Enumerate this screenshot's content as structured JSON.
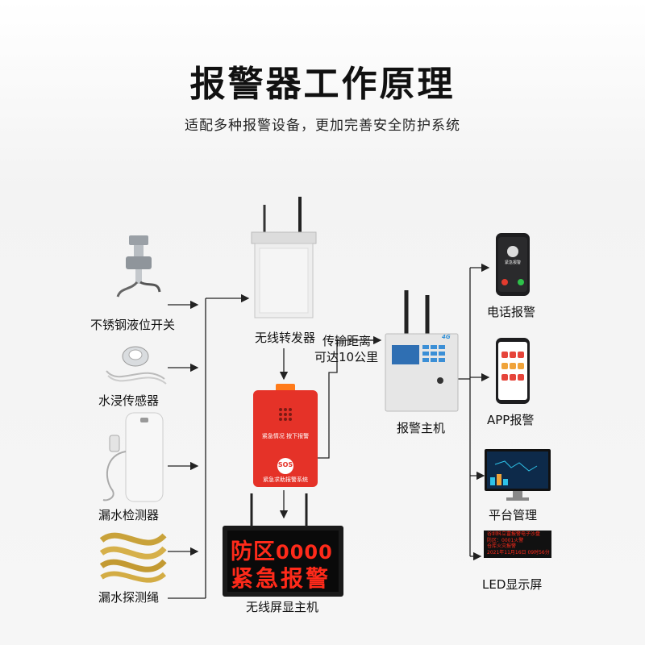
{
  "header": {
    "title": "报警器工作原理",
    "subtitle": "适配多种报警设备，更加完善安全防护系统"
  },
  "sensors": [
    {
      "label": "不锈钢液位开关",
      "icon": "float-switch-icon"
    },
    {
      "label": "水浸传感器",
      "icon": "water-sensor-icon"
    },
    {
      "label": "漏水检测器",
      "icon": "leak-detector-icon"
    },
    {
      "label": "漏水探测绳",
      "icon": "leak-rope-icon"
    }
  ],
  "repeater": {
    "label": "无线转发器"
  },
  "sos": {
    "top_text": "紧急情况 按下报警",
    "button": "SOS",
    "bottom_text": "紧急求助报警系统"
  },
  "display": {
    "label": "无线屏显主机",
    "line1_text": "防区",
    "line1_digits": "0000",
    "line2": "紧急报警"
  },
  "transmission": {
    "line1": "传输距离",
    "line2": "可达10公里"
  },
  "host": {
    "label": "报警主机",
    "badge": "4G"
  },
  "outputs": [
    {
      "label": "电话报警",
      "icon": "phone-call-icon"
    },
    {
      "label": "APP报警",
      "icon": "app-phone-icon"
    },
    {
      "label": "平台管理",
      "icon": "monitor-icon"
    },
    {
      "label": "LED显示屏",
      "icon": "led-sign-icon"
    }
  ],
  "led_sign": {
    "line1": "谷圳科立富报警电子沙盘",
    "line2": "防区：0001火警",
    "line3": "仓库火灾报警",
    "line4": "2021年11月16日 09时56分"
  },
  "phone_call": {
    "name": "紧急报警"
  },
  "colors": {
    "line": "#222222",
    "sos_red": "#e53228",
    "led_red": "#ff2a1a",
    "text": "#111111"
  }
}
